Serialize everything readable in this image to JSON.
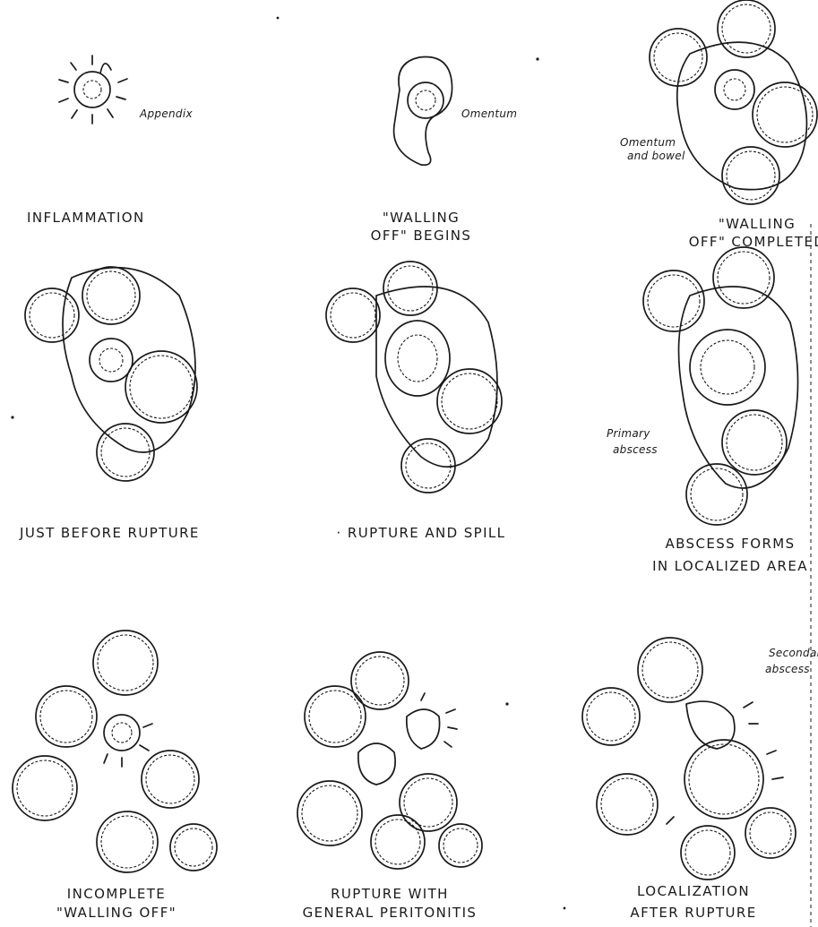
{
  "panels": [
    {
      "caption_lines": [
        "INFLAMMATION"
      ],
      "labels": [
        "Appendix"
      ]
    },
    {
      "caption_lines": [
        "\"WALLING",
        "OFF\" BEGINS"
      ],
      "labels": [
        "Omentum"
      ]
    },
    {
      "caption_lines": [
        "\"WALLING",
        "OFF\" COMPLETED"
      ],
      "labels": [
        "Omentum",
        "and bowel"
      ]
    },
    {
      "caption_lines": [
        "JUST BEFORE RUPTURE"
      ],
      "labels": []
    },
    {
      "caption_lines": [
        "· RUPTURE AND SPILL"
      ],
      "labels": []
    },
    {
      "caption_lines": [
        "ABSCESS FORMS",
        "IN LOCALIZED AREA"
      ],
      "labels": [
        "Primary",
        "abscess"
      ]
    },
    {
      "caption_lines": [
        "INCOMPLETE",
        "\"WALLING OFF\""
      ],
      "labels": []
    },
    {
      "caption_lines": [
        "RUPTURE WITH",
        "GENERAL PERITONITIS"
      ],
      "labels": []
    },
    {
      "caption_lines": [
        "LOCALIZATION",
        "AFTER RUPTURE"
      ],
      "labels": [
        "Secondary",
        "abscess"
      ]
    }
  ]
}
